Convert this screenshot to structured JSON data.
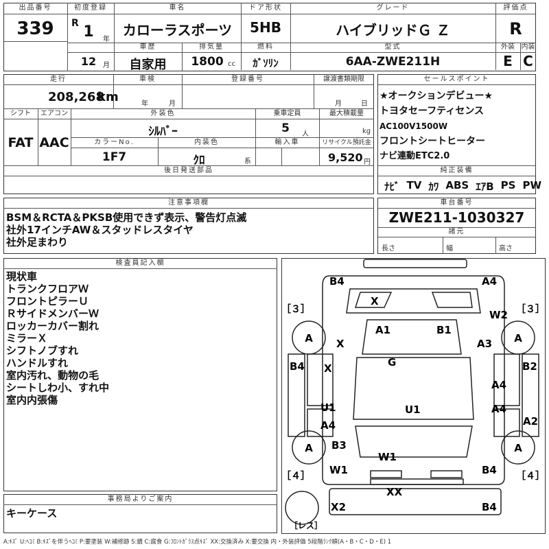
{
  "header": {
    "lot_label": "出品番号",
    "lot_value": "339",
    "first_reg_label": "初度登録",
    "era_prefix": "R",
    "reg_year": "1",
    "year_unit": "年",
    "reg_month": "12",
    "month_unit": "月",
    "car_name_label": "車名",
    "car_name": "カローラスポーツ",
    "door_label": "ドア形状",
    "door_value": "5HB",
    "grade_label": "グレード",
    "grade_value": "ハイブリッドＧ Ｚ",
    "score_label": "評価点",
    "score_value": "R",
    "history_label": "車歴",
    "history_value": "自家用",
    "displacement_label": "排気量",
    "displacement_value": "1800",
    "displacement_unit": "cc",
    "fuel_label": "燃料",
    "fuel_value": "ｶﾞｿﾘﾝ",
    "model_label": "型式",
    "model_value": "6AA-ZWE211H",
    "ext_label": "外装",
    "ext_value": "E",
    "int_label": "内装",
    "int_value": "C"
  },
  "row2": {
    "mileage_label": "走行",
    "mileage_value": "208,268",
    "mileage_unit": "km",
    "inspection_label": "車検",
    "inspection_year_unit": "年",
    "inspection_month_unit": "月",
    "plate_label": "登録番号",
    "transfer_label": "譲渡書類期限",
    "transfer_month_unit": "月",
    "transfer_day_unit": "日",
    "shift_label": "シフト",
    "shift_value": "FAT",
    "ac_label": "エアコン",
    "ac_value": "AAC",
    "color_label": "外装色",
    "color_value": "ｼﾙﾊﾞｰ",
    "seats_label": "乗車定員",
    "seats_value": "5",
    "seats_unit": "人",
    "load_label": "最大積載量",
    "load_unit": "kg",
    "color_no_label": "カラーNo.",
    "color_no_value": "1F7",
    "int_color_label": "内装色",
    "int_color_value": "ｸﾛ",
    "int_color_unit": "系",
    "import_label": "輸入車",
    "recycle_label": "リサイクル預託金",
    "recycle_value": "9,520",
    "recycle_unit": "円",
    "later_parts_label": "後日発送部品"
  },
  "sales": {
    "label": "セールスポイント",
    "points": [
      "★オークションデビュー★",
      "トヨタセーフティセンス",
      "AC100V1500W",
      "フロントシートヒーター",
      "ナビ連動ETC2.0"
    ],
    "equip_label": "純正装備",
    "equip_items": [
      "ﾅﾋﾞ",
      "TV",
      "ｶﾜ",
      "ABS",
      "ｴｱB",
      "PS",
      "PW"
    ]
  },
  "notes": {
    "label": "注意事項欄",
    "lines": [
      "BSM＆RCTA＆PKSB使用できず表示、警告灯点滅",
      "社外17インチAW＆スタッドレスタイヤ",
      "社外足まわり"
    ]
  },
  "chassis": {
    "label": "車台番号",
    "value": "ZWE211-1030327",
    "dims_label": "諸元",
    "length_label": "長さ",
    "width_label": "幅",
    "height_label": "高さ"
  },
  "inspector": {
    "label": "検査員記入欄",
    "lines": [
      "現状車",
      "トランクフロアＷ",
      "フロントピラーＵ",
      "ＲサイドメンバーＷ",
      "ロッカーカバー割れ",
      "ミラーＸ",
      "シフトノブすれ",
      "ハンドルすれ",
      "室内汚れ、動物の毛",
      "シートしわ小、すれ中",
      "室内内張傷"
    ]
  },
  "office": {
    "label": "事務局よりご案内",
    "lines": [
      "キーケース"
    ]
  },
  "diagram": {
    "marks": [
      "B4",
      "A4",
      "X",
      "W2",
      "A1",
      "B1",
      "X",
      "A3",
      "G",
      "B4",
      "X",
      "B2",
      "A4",
      "U1",
      "U1",
      "A4",
      "A4",
      "A2",
      "B3",
      "W1",
      "W1",
      "B4",
      "XX",
      "X2",
      "B4"
    ],
    "tires": [
      "A",
      "A",
      "A",
      "A"
    ],
    "brackets": [
      "［３］",
      "［３］",
      "［４］",
      "［４］"
    ],
    "spare_label": "［レス］"
  },
  "legend": {
    "text": "A:ｷｽﾞ U:ﾍｺﾐ B:ｷｽﾞを伴うﾍｺﾐ P:要塗装 W:補修跡 S:錆 C:腐食 G:ﾌﾛﾝﾄｶﾞﾗｽ点ｷｽﾞ XX:交換済み X:要交換 内・外装評価 5段階ﾗﾝｸ順(A・B・C・D・E) 1"
  }
}
